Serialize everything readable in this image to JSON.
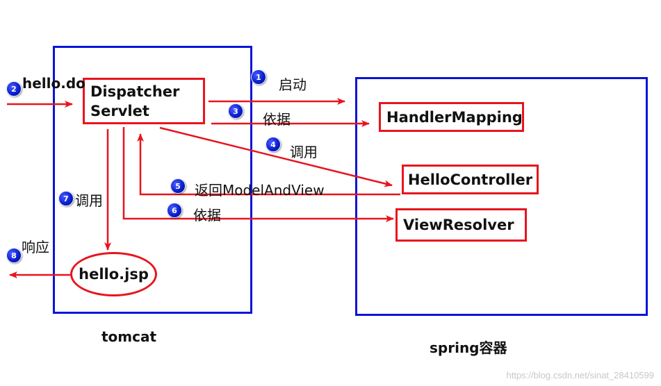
{
  "containers": {
    "tomcat": {
      "caption": "tomcat"
    },
    "spring": {
      "caption": "spring容器"
    }
  },
  "nodes": {
    "dispatcher": [
      "Dispatcher",
      "Servlet"
    ],
    "handler_mapping": "HandlerMapping",
    "hello_controller": "HelloController",
    "view_resolver": "ViewResolver",
    "hello_jsp": "hello.jsp"
  },
  "steps": [
    {
      "num": "1",
      "label": "启动"
    },
    {
      "num": "2",
      "label": "hello.do"
    },
    {
      "num": "3",
      "label": "依据"
    },
    {
      "num": "4",
      "label": "调用"
    },
    {
      "num": "5",
      "label": "返回ModelAndView"
    },
    {
      "num": "6",
      "label": "依据"
    },
    {
      "num": "7",
      "label": "调用"
    },
    {
      "num": "8",
      "label": "响应"
    }
  ],
  "watermark": "https://blog.csdn.net/sinat_28410599",
  "colors": {
    "container_border": "#0a14d8",
    "node_border": "#e8141e",
    "arrow": "#e8141e",
    "badge": "#0a1fd0"
  }
}
